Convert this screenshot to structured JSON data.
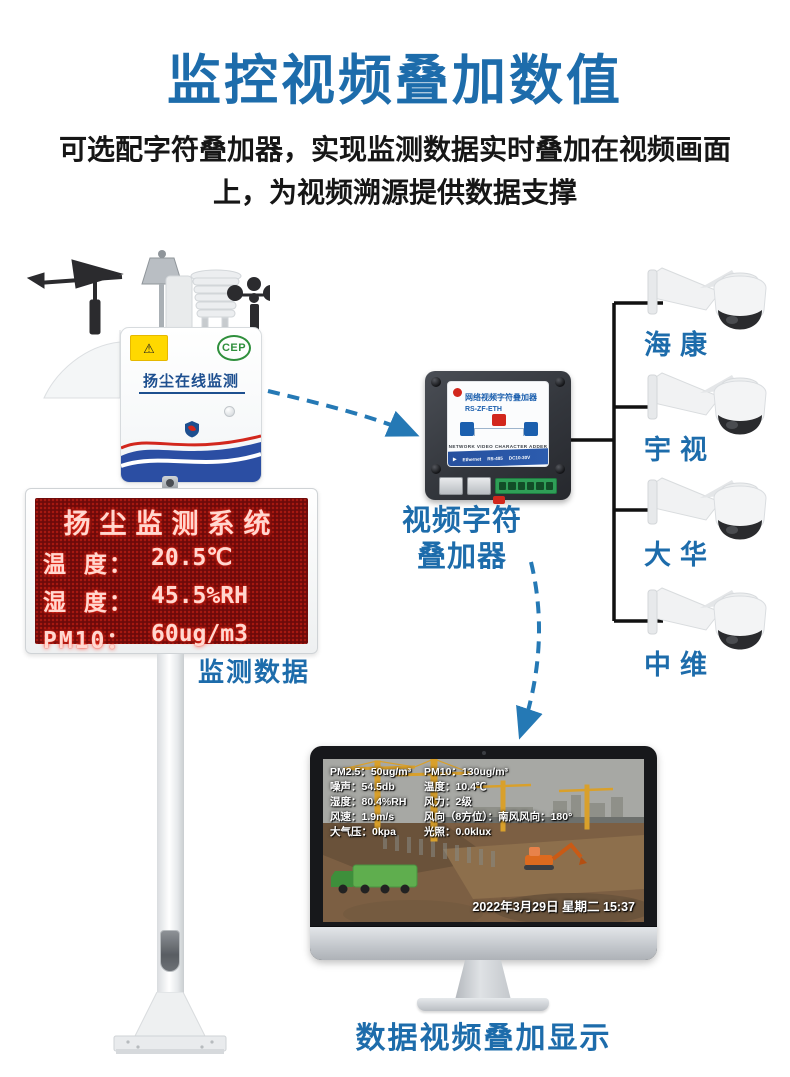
{
  "header": {
    "title": "监控视频叠加数值",
    "subtitle_line1": "可选配字符叠加器，实现监测数据实时叠加在视频画面",
    "subtitle_line2": "上，为视频溯源提供数据支撑"
  },
  "colors": {
    "accent_blue": "#1d6cab",
    "arrow_blue": "#2579b5",
    "led_background": "#6d0a0a",
    "led_text": "#ffd8d0",
    "connector_black": "#111111"
  },
  "station": {
    "box_label": "扬尘在线监测",
    "cert_badge": "CEP",
    "warning_icon_glyph": "⚠",
    "led": {
      "title": "扬尘监测系统",
      "rows": [
        {
          "label": "温 度：",
          "value": "20.5℃"
        },
        {
          "label": "湿 度：",
          "value": "45.5%RH"
        },
        {
          "label": "PM10：",
          "value": "60ug/m3"
        }
      ]
    },
    "caption": "监测数据"
  },
  "adder": {
    "title": "网络视频字符叠加器",
    "model": "RS-ZF-ETH",
    "subtitle": "NETWORK VIDEO CHARACTER ADDER",
    "ports": [
      "Ethernet",
      "RS-485",
      "DC10-30V"
    ],
    "caption_line1": "视频字符",
    "caption_line2": "叠加器"
  },
  "cameras": [
    {
      "label": "海康"
    },
    {
      "label": "宇视"
    },
    {
      "label": "大华"
    },
    {
      "label": "中维"
    }
  ],
  "monitor": {
    "overlay": {
      "rows": [
        {
          "c1": "PM2.5：50ug/m³",
          "c2": "PM10：130ug/m³"
        },
        {
          "c1": "噪声：54.5db",
          "c2": "温度：10.4℃"
        },
        {
          "c1": "湿度：80.4%RH",
          "c2": "风力：2级"
        },
        {
          "c1": "风速：1.9m/s",
          "c2": "风向（8方位）：南风风向：180°"
        },
        {
          "c1": "大气压：0kpa",
          "c2": "光照：0.0klux"
        }
      ],
      "datetime": "2022年3月29日 星期二 15:37"
    },
    "caption": "数据视频叠加显示"
  }
}
